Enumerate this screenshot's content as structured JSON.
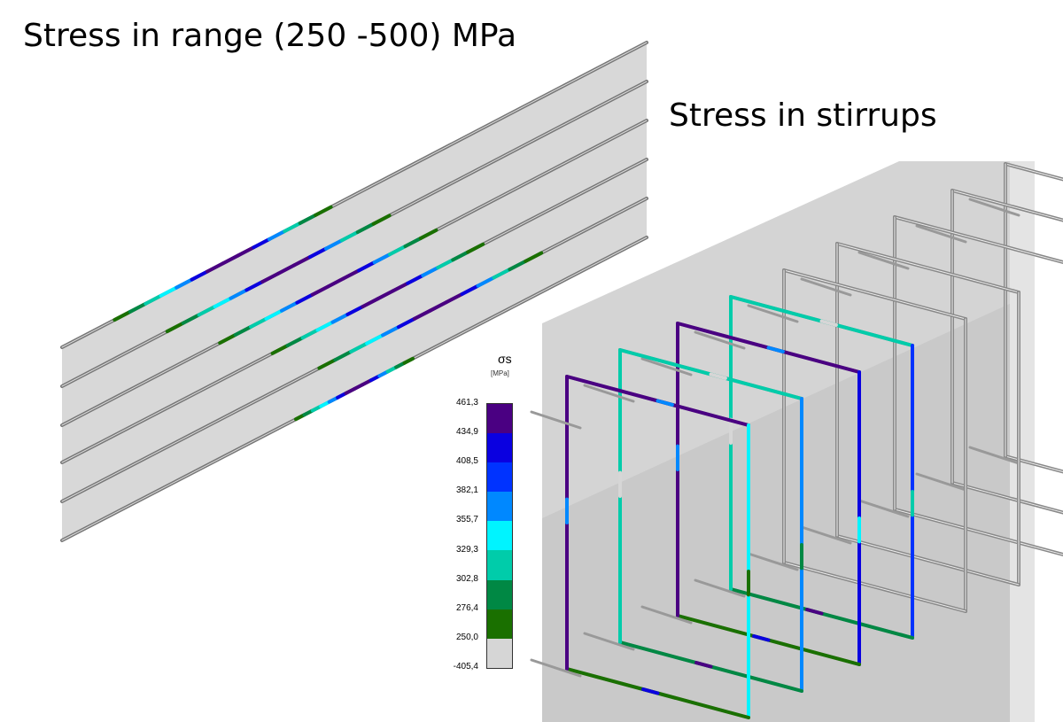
{
  "titles": {
    "left": "Stress in range (250 -500) MPa",
    "right": "Stress in stirrups"
  },
  "legend": {
    "symbol": "σs",
    "unit": "[MPa]",
    "values": [
      "461,3",
      "434,9",
      "408,5",
      "382,1",
      "355,7",
      "329,3",
      "302,8",
      "276,4",
      "250,0",
      "-405,4"
    ],
    "colors": [
      "#4a0082",
      "#0a00e0",
      "#0033ff",
      "#0088ff",
      "#00f4ff",
      "#00ccaa",
      "#008844",
      "#1a7000",
      "#d6d6d6"
    ]
  }
}
